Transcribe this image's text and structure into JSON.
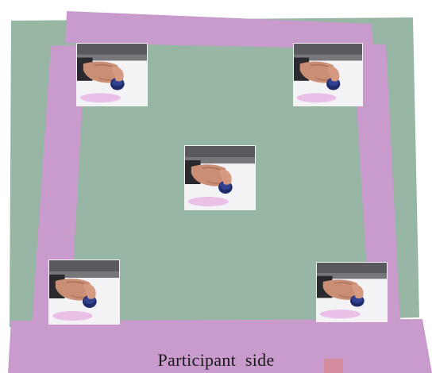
{
  "caption": "Participant side",
  "colors": {
    "board": "#97b6a4",
    "tape": "#c89bcc",
    "photo_background": "#f1f1f3"
  },
  "insets": [
    {
      "name": "top-left",
      "subject": "hand-on-mouse"
    },
    {
      "name": "top-right",
      "subject": "hand-on-mouse"
    },
    {
      "name": "center",
      "subject": "hand-on-mouse"
    },
    {
      "name": "bottom-left",
      "subject": "hand-on-mouse"
    },
    {
      "name": "bottom-right",
      "subject": "hand-on-mouse"
    }
  ]
}
